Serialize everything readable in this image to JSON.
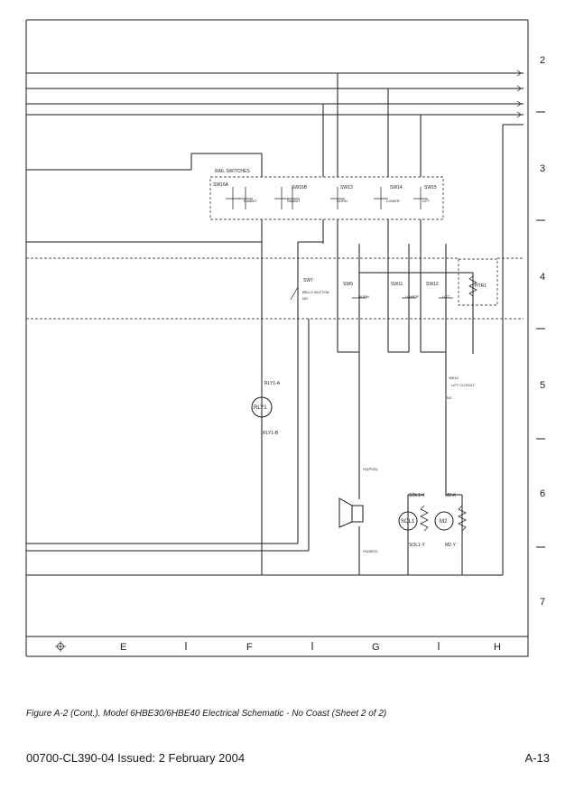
{
  "zones_right": [
    "2",
    "3",
    "4",
    "5",
    "6",
    "7"
  ],
  "zones_bottom": [
    "E",
    "F",
    "G",
    "H"
  ],
  "labels": {
    "rail_switches": "RAIL SWITCHES",
    "sw16a": "SW16A",
    "sw16b": "SW16B",
    "sw13": "SW13",
    "sw14": "SW14",
    "sw15": "SW15",
    "rabbit": "RABBIT",
    "horn": "HORN",
    "lower": "LOWER",
    "lift": "LIFT",
    "sw7": "SW7",
    "belly_button": "BELLY BUTTON",
    "no": "NO",
    "sw9": "SW9",
    "sw11": "SW11",
    "sw12": "SW12",
    "htr1": "HTR1",
    "sw10": "SW10",
    "lift_cutout": "LIFT CUTOUT",
    "nc": "NC",
    "rly1": "RLY1",
    "rly1a": "RLY1-A",
    "rly1b": "RLY1-B",
    "h2pos": "H2(POS)",
    "h1neg": "H1(NEG)",
    "sol1": "SOL1",
    "sol1x": "SOL1-X",
    "sol1y": "SOL1-Y",
    "m2": "M2",
    "m2x": "M2-X",
    "m2y": "M2-Y"
  },
  "caption": "Figure A-2 (Cont.).   Model 6HBE30/6HBE40 Electrical Schematic - No Coast (Sheet 2 of 2)",
  "footer": {
    "doc": "00700-CL390-04 Issued: 2 February 2004",
    "page": "A-13"
  }
}
